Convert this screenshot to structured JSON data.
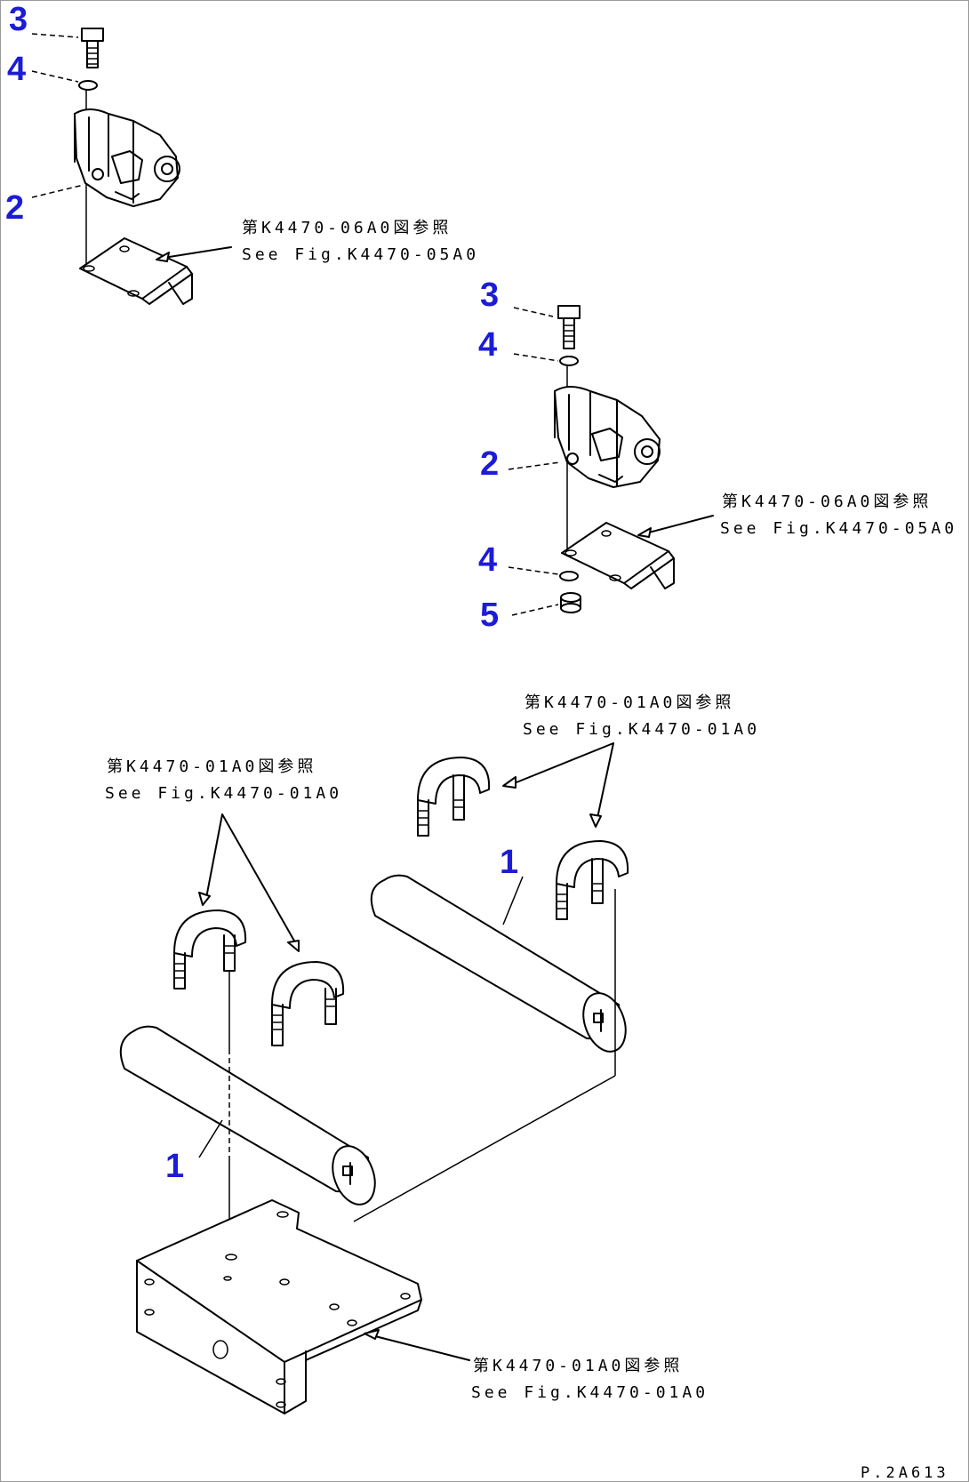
{
  "callouts": {
    "bolt": "3",
    "washer": "4",
    "pump": "2",
    "nut": "5",
    "muffler": "1"
  },
  "references": {
    "top_left_jp": "第K4470-06A0図参照",
    "top_left_en": "See Fig.K4470-05A0",
    "mid_right_jp": "第K4470-06A0図参照",
    "mid_right_en": "See Fig.K4470-05A0",
    "upper_clamp_jp": "第K4470-01A0図参照",
    "upper_clamp_en": "See Fig.K4470-01A0",
    "left_clamp_jp": "第K4470-01A0図参照",
    "left_clamp_en": "See Fig.K4470-01A0",
    "bracket_jp": "第K4470-01A0図参照",
    "bracket_en": "See Fig.K4470-01A0"
  },
  "page_id": "P.2A613"
}
